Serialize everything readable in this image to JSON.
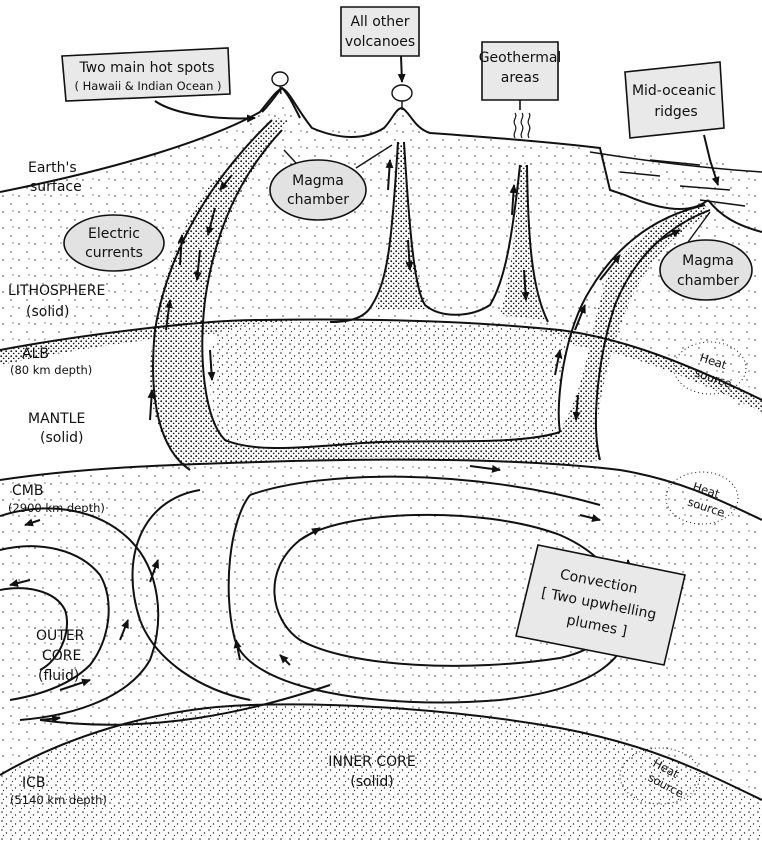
{
  "labels": {
    "hot_spots_line1": "Two main hot spots",
    "hot_spots_line2": "( Hawaii & Indian Ocean )",
    "volcanoes_line1": "All other",
    "volcanoes_line2": "volcanoes",
    "geothermal_line1": "Geothermal",
    "geothermal_line2": "areas",
    "ridges_line1": "Mid-oceanic",
    "ridges_line2": "ridges",
    "earth_surface_line1": "Earth's",
    "earth_surface_line2": "surface",
    "magma_chamber_left_line1": "Magma",
    "magma_chamber_left_line2": "chamber",
    "magma_chamber_right_line1": "Magma",
    "magma_chamber_right_line2": "chamber",
    "electric_line1": "Electric",
    "electric_line2": "currents",
    "lithosphere_line1": "LITHOSPHERE",
    "lithosphere_line2": "(solid)",
    "alb_line1": "ALB",
    "alb_line2": "(80 km depth)",
    "mantle_line1": "MANTLE",
    "mantle_line2": "(solid)",
    "cmb_line1": "CMB",
    "cmb_line2": "(2900 km depth)",
    "outer_core_line1": "OUTER",
    "outer_core_line2": "CORE",
    "outer_core_line3": "(fluid)",
    "icb_line1": "ICB",
    "icb_line2": "(5140 km depth)",
    "inner_core_line1": "INNER CORE",
    "inner_core_line2": "(solid)",
    "heat_source_1_line1": "Heat",
    "heat_source_1_line2": "source",
    "heat_source_2_line1": "Heat",
    "heat_source_2_line2": "source",
    "heat_source_3_line1": "Heat",
    "heat_source_3_line2": "source",
    "convection_line1": "Convection",
    "convection_line2": "[ Two upwhelling",
    "convection_line3": "plumes ]"
  }
}
